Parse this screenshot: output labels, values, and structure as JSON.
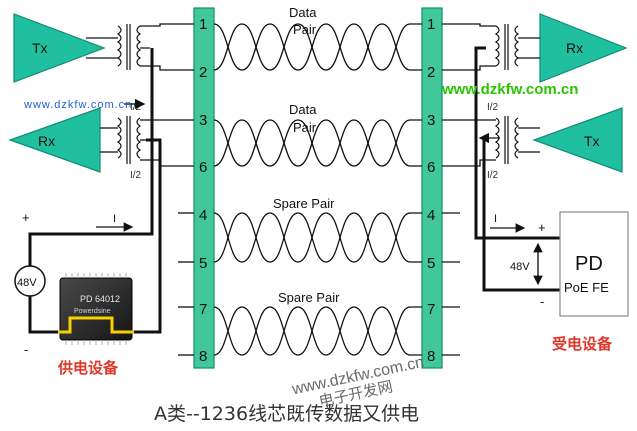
{
  "colors": {
    "line": "#111111",
    "green_fill": "#1fbf9f",
    "green_stroke": "#118c73",
    "connector_fill": "#41c79a",
    "red_text": "#e0362a",
    "watermark_green": "#2bc400",
    "watermark_blue": "#1f5fd6",
    "watermark_gray": "#6a6a6a",
    "chip_yellow": "#f7d200",
    "pd_box_stroke": "#8a8a8a"
  },
  "left_tx_label": "Tx",
  "left_rx_label": "Rx",
  "right_rx_label": "Rx",
  "right_tx_label": "Tx",
  "pins_left": [
    "1",
    "2",
    "3",
    "6",
    "4",
    "5",
    "7",
    "8"
  ],
  "pins_right": [
    "1",
    "2",
    "3",
    "6",
    "4",
    "5",
    "7",
    "8"
  ],
  "pair_labels": {
    "data1_line1": "Data",
    "data1_line2": "Pair",
    "data2_line1": "Data",
    "data2_line2": "Pair",
    "spare1": "Spare Pair",
    "spare2": "Spare Pair"
  },
  "half_i_left_top": "I/2",
  "half_i_left_bottom": "I/2",
  "half_i_right_top": "I/2",
  "half_i_right_bottom": "I/2",
  "current_left": "I",
  "current_right": "I",
  "plus_left": "+",
  "minus_left": "-",
  "plus_right": "+",
  "minus_right": "-",
  "voltage_left": "48V",
  "voltage_right": "48V",
  "chip_label": "PD 64012",
  "chip_brand": "Powerdsine",
  "pd_title": "PD",
  "pd_subtitle": "PoE FE",
  "supply_label": "供电设备",
  "receive_label": "受电设备",
  "watermark_small": "www.dzkfw.com.cn",
  "watermark_right": "www.dzkfw.com.cn",
  "watermark_bottom_url": "www.dzkfw.com.cn",
  "watermark_bottom_cn": "电子开发网",
  "caption": "A类--1236线芯既传数据又供电",
  "icons": {
    "amplifier": "triangle-amplifier-icon",
    "transformer": "transformer-coil-icon",
    "chip": "ic-chip-icon",
    "voltage_source": "voltage-source-icon"
  }
}
